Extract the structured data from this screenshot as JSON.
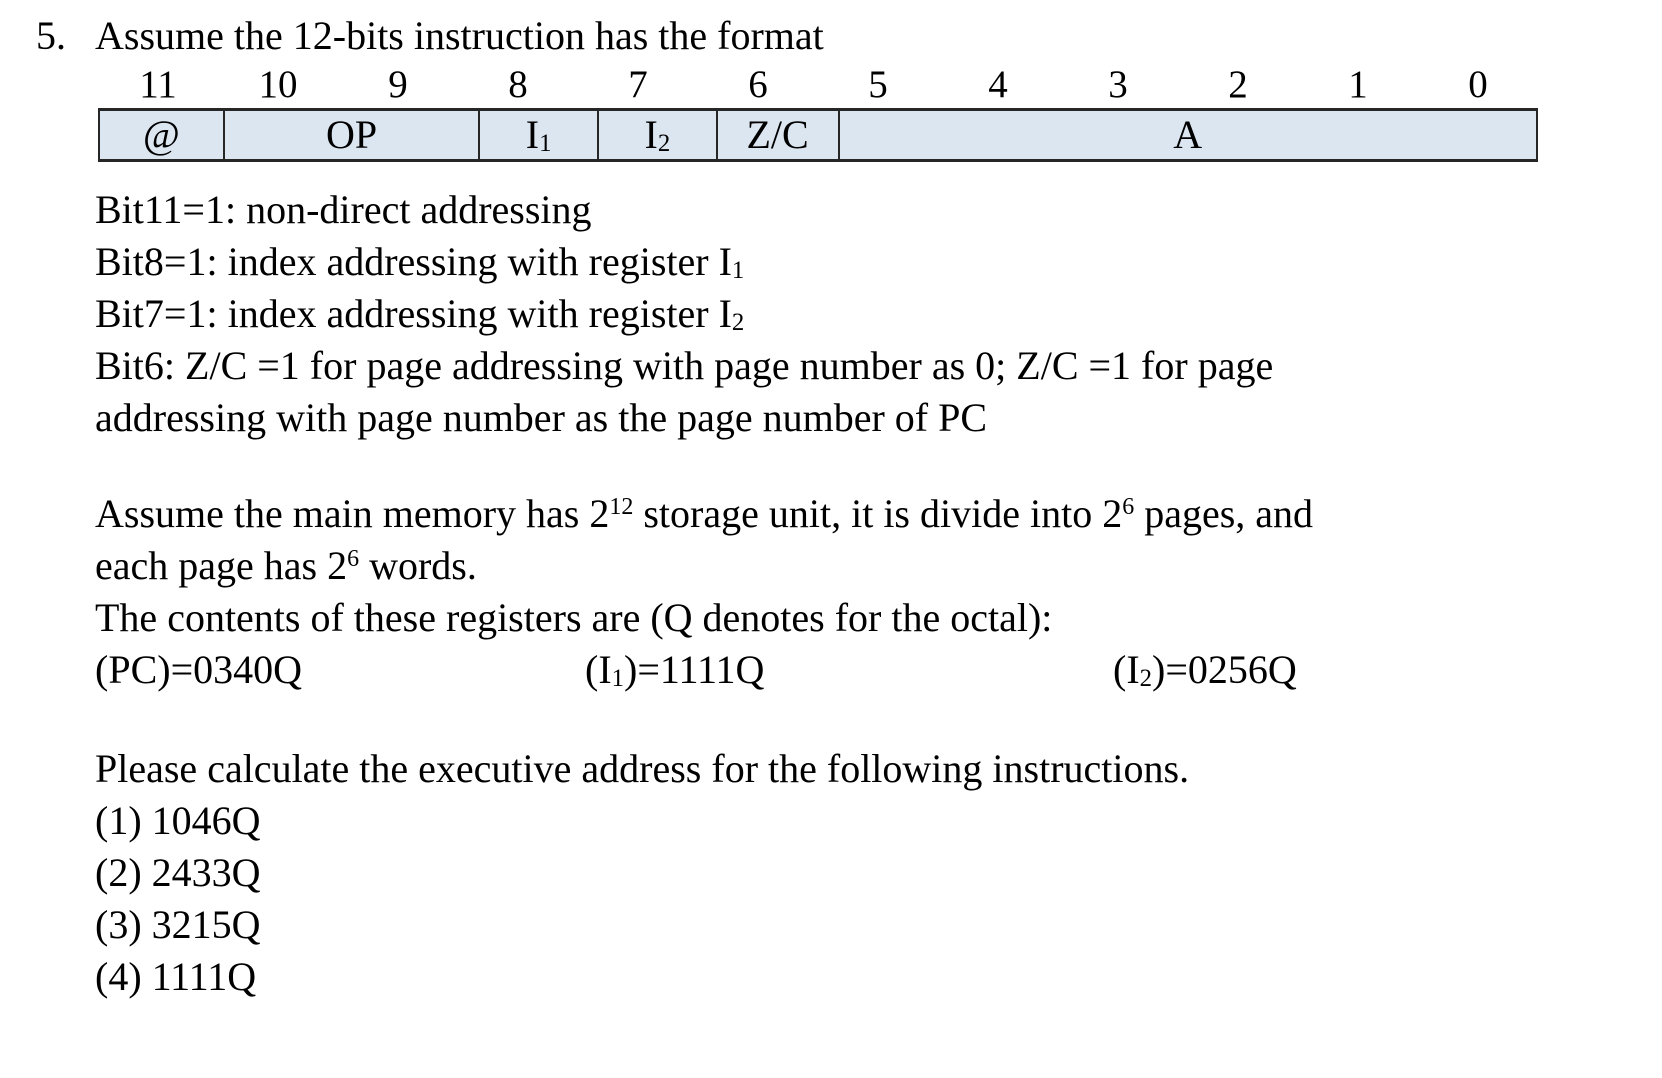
{
  "colors": {
    "table_cell_bg": "#dce6f1",
    "table_border": "#262626"
  },
  "question": {
    "number": "5.",
    "intro": "Assume the 12-bits instruction has the format"
  },
  "table": {
    "bit_labels": [
      "11",
      "10",
      "9",
      "8",
      "7",
      "6",
      "5",
      "4",
      "3",
      "2",
      "1",
      "0"
    ],
    "fields": {
      "at": "@",
      "op": "OP",
      "i1": [
        {
          "t": "I"
        },
        {
          "t": "1",
          "s": "sub"
        }
      ],
      "i2": [
        {
          "t": "I"
        },
        {
          "t": "2",
          "s": "sub"
        }
      ],
      "zc": "Z/C",
      "a": "A"
    }
  },
  "bits_desc": {
    "line1": "Bit11=1: non-direct addressing",
    "line2": [
      {
        "t": "Bit8=1: index addressing with register I"
      },
      {
        "t": "1",
        "s": "sub"
      }
    ],
    "line3": [
      {
        "t": "Bit7=1: index addressing with register I"
      },
      {
        "t": "2",
        "s": "sub"
      }
    ],
    "line4": "Bit6: Z/C =1 for page addressing with page number as 0; Z/C =1 for page",
    "line5": "addressing with page number as the page number of PC"
  },
  "memory": {
    "line1": [
      {
        "t": "Assume the main memory has 2"
      },
      {
        "t": "12",
        "s": "sup"
      },
      {
        "t": " storage unit, it is divide into 2"
      },
      {
        "t": "6",
        "s": "sup"
      },
      {
        "t": " pages, and"
      }
    ],
    "line2": [
      {
        "t": "each page has 2"
      },
      {
        "t": "6",
        "s": "sup"
      },
      {
        "t": " words."
      }
    ],
    "line3": "The contents of these registers are (Q denotes for the octal):"
  },
  "registers": {
    "pc": "(PC)=0340Q",
    "i1": [
      {
        "t": "(I"
      },
      {
        "t": "1",
        "s": "sub"
      },
      {
        "t": ")=1111Q"
      }
    ],
    "i2": [
      {
        "t": "(I"
      },
      {
        "t": "2",
        "s": "sub"
      },
      {
        "t": ")=0256Q"
      }
    ]
  },
  "task": {
    "prompt": "Please calculate the executive address for the following instructions.",
    "items": [
      "(1) 1046Q",
      "(2) 2433Q",
      "(3) 3215Q",
      "(4) 1111Q"
    ]
  }
}
